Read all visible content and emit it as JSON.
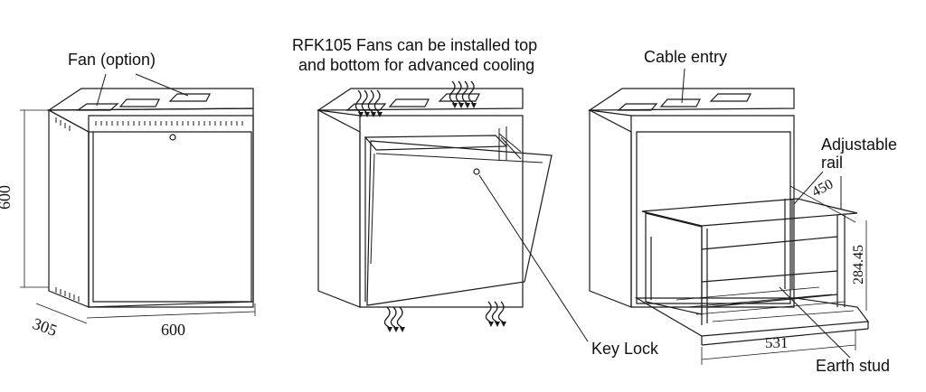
{
  "labels": {
    "fan": "Fan (option)",
    "fans_line1": "RFK105 Fans can be installed top",
    "fans_line2": "and bottom for advanced cooling",
    "cable_entry": "Cable entry",
    "adjustable_line1": "Adjustable",
    "adjustable_line2": "rail",
    "key_lock": "Key Lock",
    "earth_stud": "Earth stud"
  },
  "dimensions": {
    "height": "600",
    "depth": "305",
    "width": "600",
    "rail_depth": "450",
    "rail_height": "284.45",
    "rail_width": "531"
  },
  "colors": {
    "line": "#1a1a1a",
    "background": "#ffffff"
  }
}
